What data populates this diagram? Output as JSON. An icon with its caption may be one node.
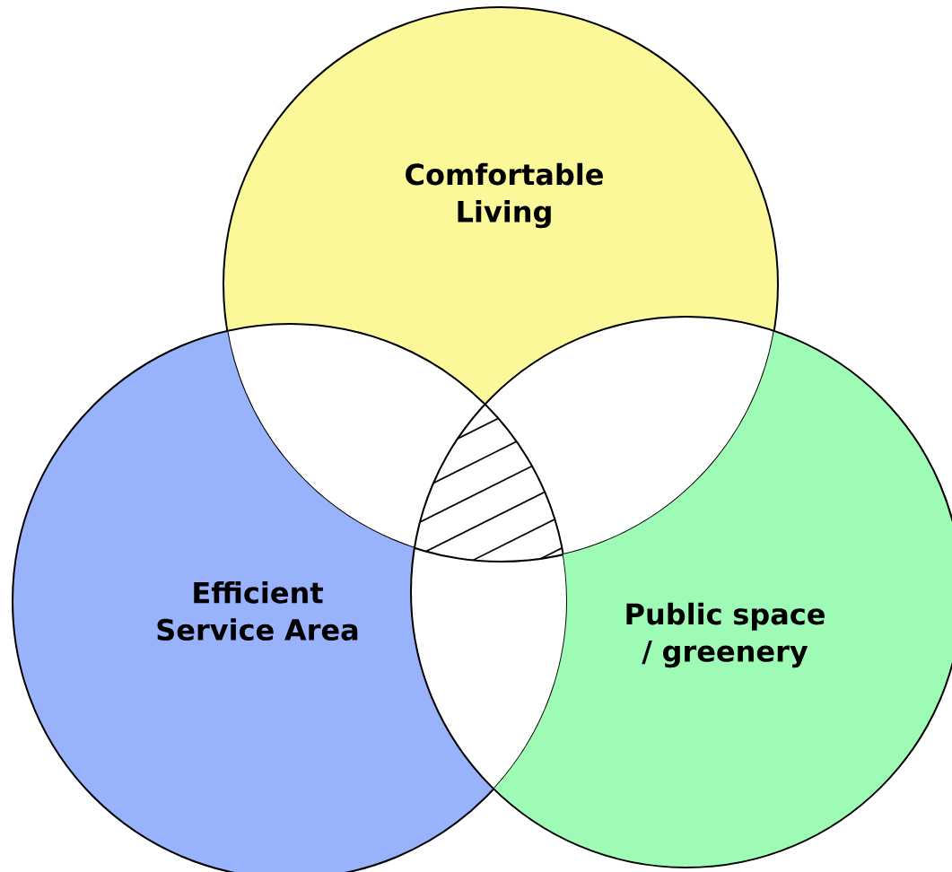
{
  "diagram": {
    "nodes": [
      {
        "text": [
          "Comfortable Living"
        ]
      },
      {
        "text": [
          "Efficient Service Area"
        ]
      },
      {
        "text": [
          "Public space / greenery"
        ]
      }
    ]
  }
}
